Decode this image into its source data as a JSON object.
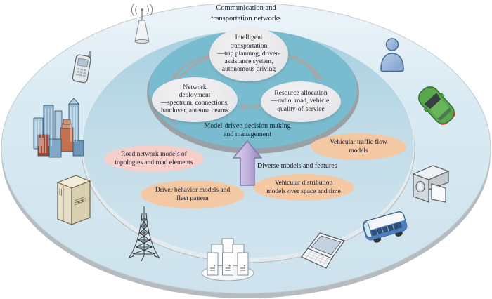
{
  "colors": {
    "core_teal": "#7abccf",
    "node_gray": "#ebebed",
    "arrow_purple": "#b7a6d4",
    "connector_gray": "#a6a6a6",
    "text_dark": "#191928"
  },
  "outer_label": {
    "line1": "Communication and",
    "line2": "transportation networks"
  },
  "core": {
    "nodes": [
      {
        "title": "Intelligent transportation",
        "detail": "—trip planning, driver-assistance system, autonomous driving"
      },
      {
        "title": "Network deployment",
        "detail": "—spectrum, connections, handover, antenna beams"
      },
      {
        "title": "Resource allocation",
        "detail": "—radio, road, vehicle, quality-of-service"
      }
    ],
    "caption": {
      "line1": "Model-driven decision making",
      "line2": "and management"
    }
  },
  "models": {
    "arrow_label": "Diverse models and features",
    "items": [
      {
        "label1": "Road network models of",
        "label2": "topologies and road elements",
        "fill": "#f6cfcb"
      },
      {
        "label1": "Vehicular traffic flow",
        "label2": "models",
        "fill": "#f3c8a3"
      },
      {
        "label1": "Driver behavior models and",
        "label2": "fleet pattern",
        "fill": "#f3c8a3"
      },
      {
        "label1": "Vehicular distribution",
        "label2": "models over space and time",
        "fill": "#f3c8a3"
      }
    ]
  },
  "icons": [
    "base-station-antenna",
    "mobile-phone",
    "city-buildings",
    "server-cabinet",
    "radio-tower",
    "server-cluster",
    "laptop",
    "bus",
    "video-camera",
    "car",
    "person"
  ]
}
